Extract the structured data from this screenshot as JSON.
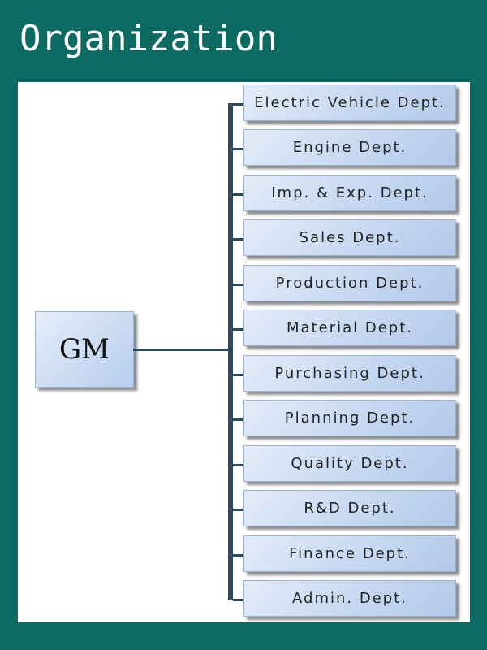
{
  "title": "Organization",
  "root": {
    "label": "GM"
  },
  "departments": [
    "Electric Vehicle Dept.",
    "Engine Dept.",
    "Imp. & Exp. Dept.",
    "Sales Dept.",
    "Production Dept.",
    "Material Dept.",
    "Purchasing Dept.",
    "Planning Dept.",
    "Quality Dept.",
    "R&D Dept.",
    "Finance Dept.",
    "Admin. Dept."
  ],
  "colors": {
    "background": "#0b6b63",
    "panel": "#ffffff",
    "box_fill": "#c6d8f1",
    "connector": "#2c4a60"
  }
}
